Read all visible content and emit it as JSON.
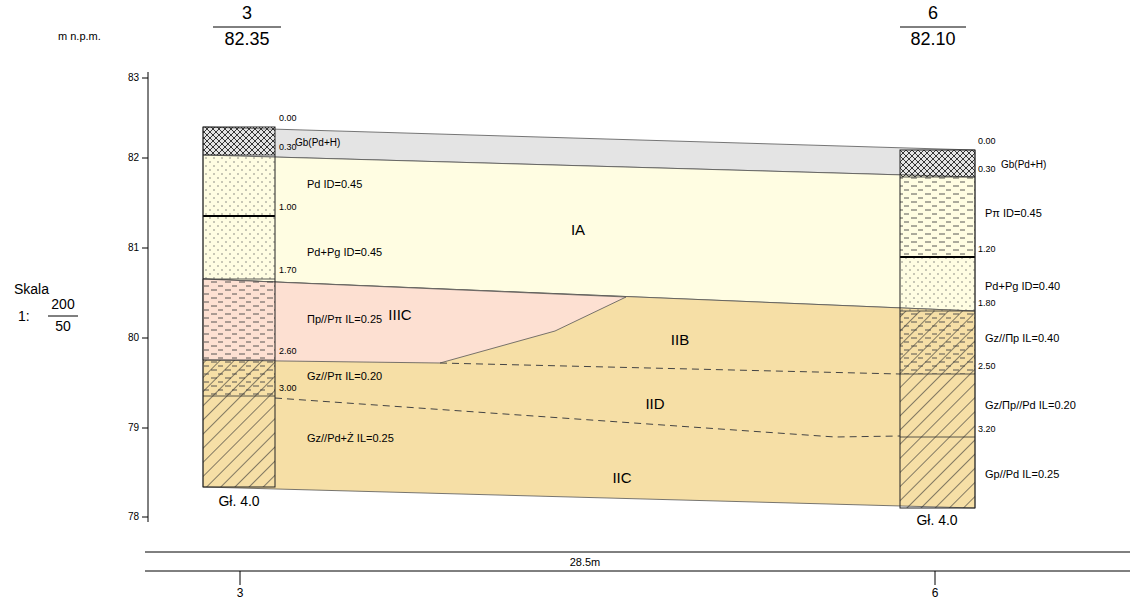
{
  "diagram": {
    "labels": [
      "m n.p.m.",
      "3",
      "82.35",
      "6",
      "82.10",
      "83",
      "82",
      "81",
      "80",
      "79",
      "78",
      "Skala",
      "1:",
      "200",
      "50",
      "0.00",
      "0.30",
      "Gb(Pd+H)",
      "Pd ID=0.45",
      "1.00",
      "Pd+Pg ID=0.45",
      "1.70",
      "Πp//Pπ IL=0.25",
      "2.60",
      "Gz//Pπ IL=0.20",
      "3.00",
      "Gz//Pd+Ż IL=0.25",
      "IA",
      "IIIC",
      "IIB",
      "IID",
      "IIC",
      "0.00",
      "0.30",
      "Gb(Pd+H)",
      "Pπ ID=0.45",
      "1.20",
      "Pd+Pg ID=0.40",
      "1.80",
      "Gz//Πp IL=0.40",
      "2.50",
      "Gz/Πp//Pd IL=0.20",
      "3.20",
      "Gp//Pd IL=0.25",
      "Gł. 4.0",
      "Gł. 4.0",
      "28.5m",
      "3",
      "6"
    ]
  }
}
